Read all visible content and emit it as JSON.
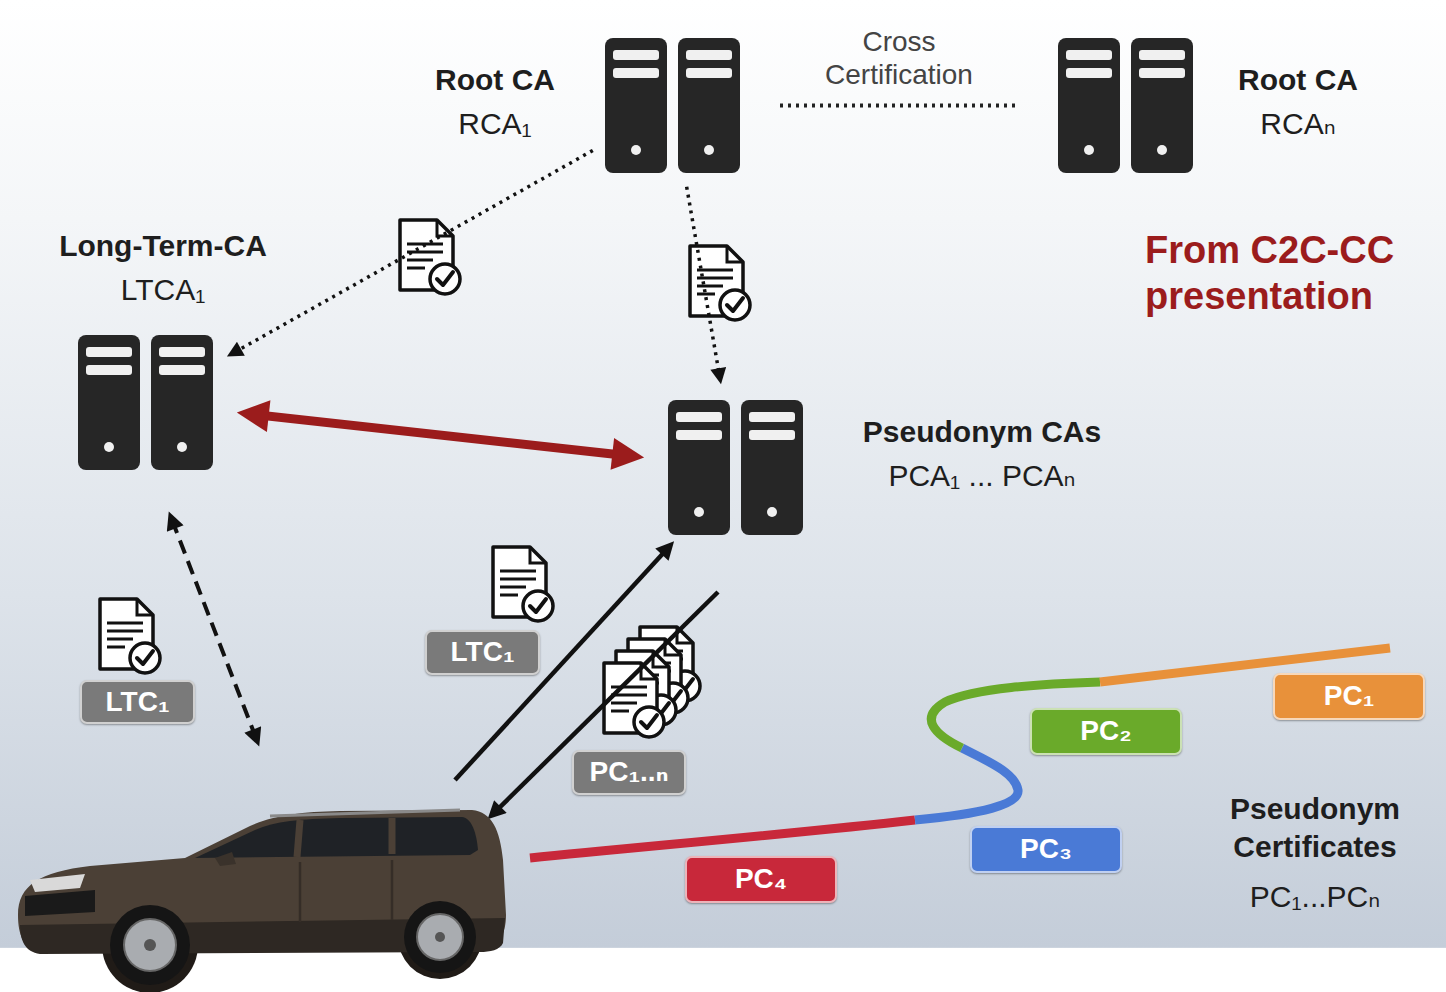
{
  "diagram": {
    "nodes": [
      {
        "text": [
          "Root CA",
          "RCA₁"
        ]
      },
      {
        "text": [
          "Root CA",
          "RCAₙ"
        ]
      },
      {
        "text": [
          "Long-Term-CA",
          "LTCA₁"
        ]
      },
      {
        "text": [
          "Pseudonym CAs",
          "PCA₁ ... PCAₙ"
        ]
      },
      {
        "text": [
          "LTC₁"
        ]
      },
      {
        "text": [
          "PC₁"
        ]
      },
      {
        "text": [
          "LTC₁"
        ]
      },
      {
        "text": [
          "PC₂"
        ]
      },
      {
        "text": [
          "PC₁..ₙ"
        ]
      },
      {
        "text": [
          "PC₃"
        ]
      },
      {
        "text": [
          "PC₄"
        ]
      }
    ],
    "edges": [
      {
        "from": 0,
        "to": 1,
        "arrow": "none",
        "label": "Cross Certification"
      },
      {
        "from": 0,
        "to": 2,
        "arrow": "to"
      },
      {
        "from": 0,
        "to": 3,
        "arrow": "to"
      },
      {
        "from": 2,
        "to": 3,
        "arrow": "both"
      }
    ],
    "labels": [
      "From C2C-CC presentation",
      "Pseudonym Certificates",
      "PC₁...PCₙ"
    ]
  }
}
